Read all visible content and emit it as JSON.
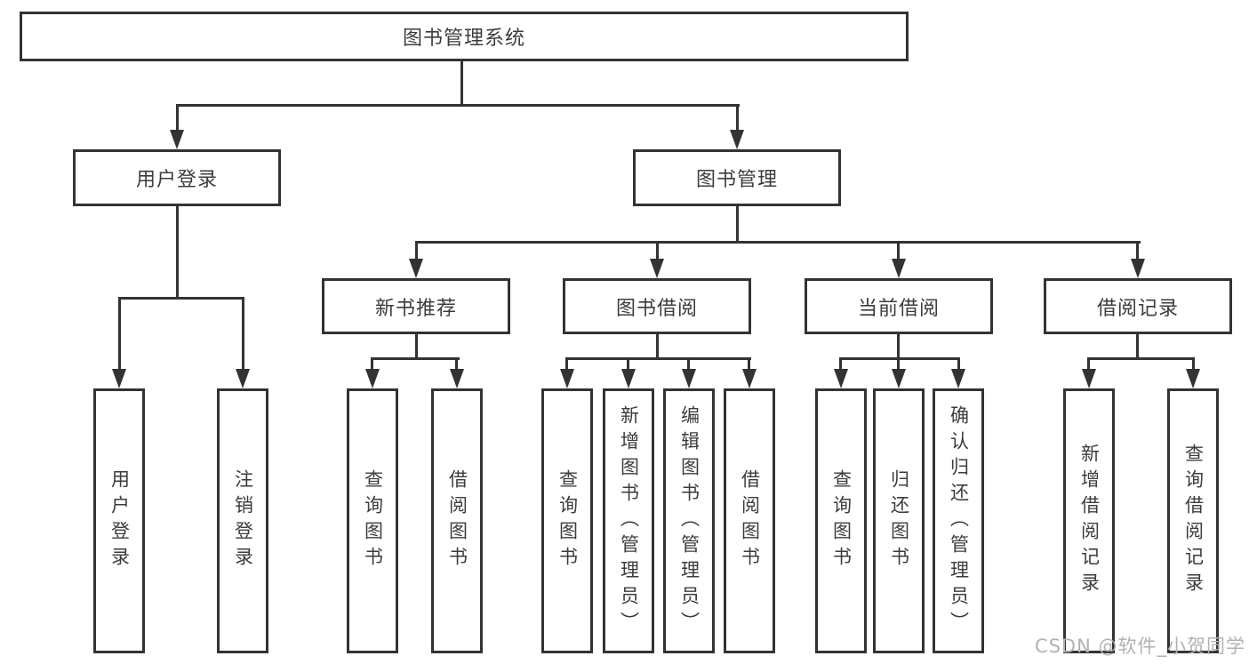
{
  "diagram": {
    "title": "图书管理系统",
    "root": {
      "label": "图书管理系统"
    },
    "level2": [
      {
        "label": "用户登录",
        "parent": "图书管理系统"
      },
      {
        "label": "图书管理",
        "parent": "图书管理系统"
      }
    ],
    "level3": [
      {
        "label": "新书推荐",
        "parent": "图书管理"
      },
      {
        "label": "图书借阅",
        "parent": "图书管理"
      },
      {
        "label": "当前借阅",
        "parent": "图书管理"
      },
      {
        "label": "借阅记录",
        "parent": "图书管理"
      }
    ],
    "leaves": [
      {
        "label": "用户登录",
        "parent": "用户登录"
      },
      {
        "label": "注销登录",
        "parent": "用户登录"
      },
      {
        "label": "查询图书",
        "parent": "新书推荐"
      },
      {
        "label": "借阅图书",
        "parent": "新书推荐"
      },
      {
        "label": "查询图书",
        "parent": "图书借阅"
      },
      {
        "label": "新增图书（管理员）",
        "parent": "图书借阅"
      },
      {
        "label": "编辑图书（管理员）",
        "parent": "图书借阅"
      },
      {
        "label": "借阅图书",
        "parent": "图书借阅"
      },
      {
        "label": "查询图书",
        "parent": "当前借阅"
      },
      {
        "label": "归还图书",
        "parent": "当前借阅"
      },
      {
        "label": "确认归还（管理员）",
        "parent": "当前借阅"
      },
      {
        "label": "新增借阅记录",
        "parent": "借阅记录"
      },
      {
        "label": "查询借阅记录",
        "parent": "借阅记录"
      }
    ]
  },
  "watermark": {
    "text": "CSDN @软件_小贺同学"
  },
  "colors": {
    "line": "#333333",
    "text": "#3c3c3c",
    "watermark": "#b2b2b2",
    "background": "#ffffff"
  }
}
